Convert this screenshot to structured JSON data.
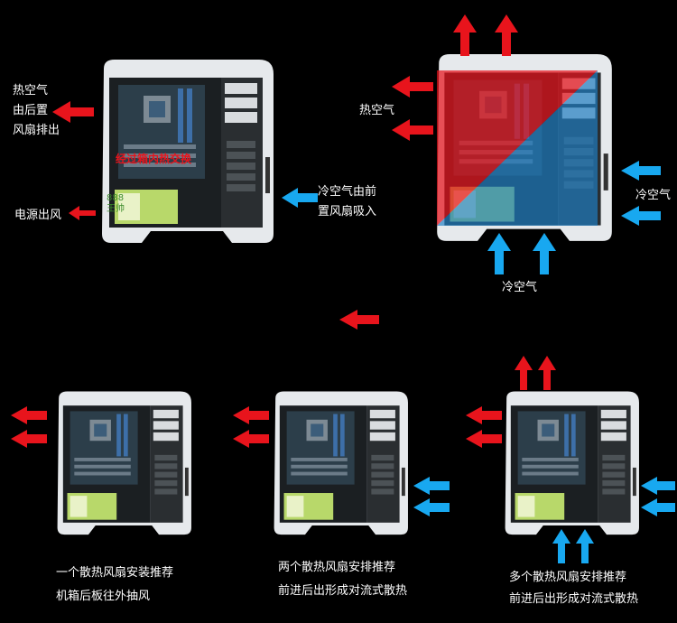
{
  "top_left": {
    "hot_air_label": [
      "热空气",
      "由后置",
      "风扇排出"
    ],
    "exchange_text": "经过箱内热交换",
    "psu_label": "电源出风",
    "cold_air_label": [
      "冷空气由前",
      "置风扇吸入"
    ],
    "psu_brand": [
      "888",
      "王帅"
    ]
  },
  "top_right": {
    "hot_air_label": "热空气",
    "cold_air_right_label": "冷空气",
    "cold_air_bottom_label": "冷空气"
  },
  "bottom": {
    "panel1_caption": [
      "一个散热风扇安装推荐",
      "机箱后板往外抽风"
    ],
    "panel2_caption": [
      "两个散热风扇安排推荐",
      "前进后出形成对流式散热"
    ],
    "panel3_caption": [
      "多个散热风扇安排推荐",
      "前进后出形成对流式散热"
    ]
  },
  "colors": {
    "hot": "#e8141c",
    "cold": "#18a8f0",
    "case_white": "#e9ecef"
  }
}
